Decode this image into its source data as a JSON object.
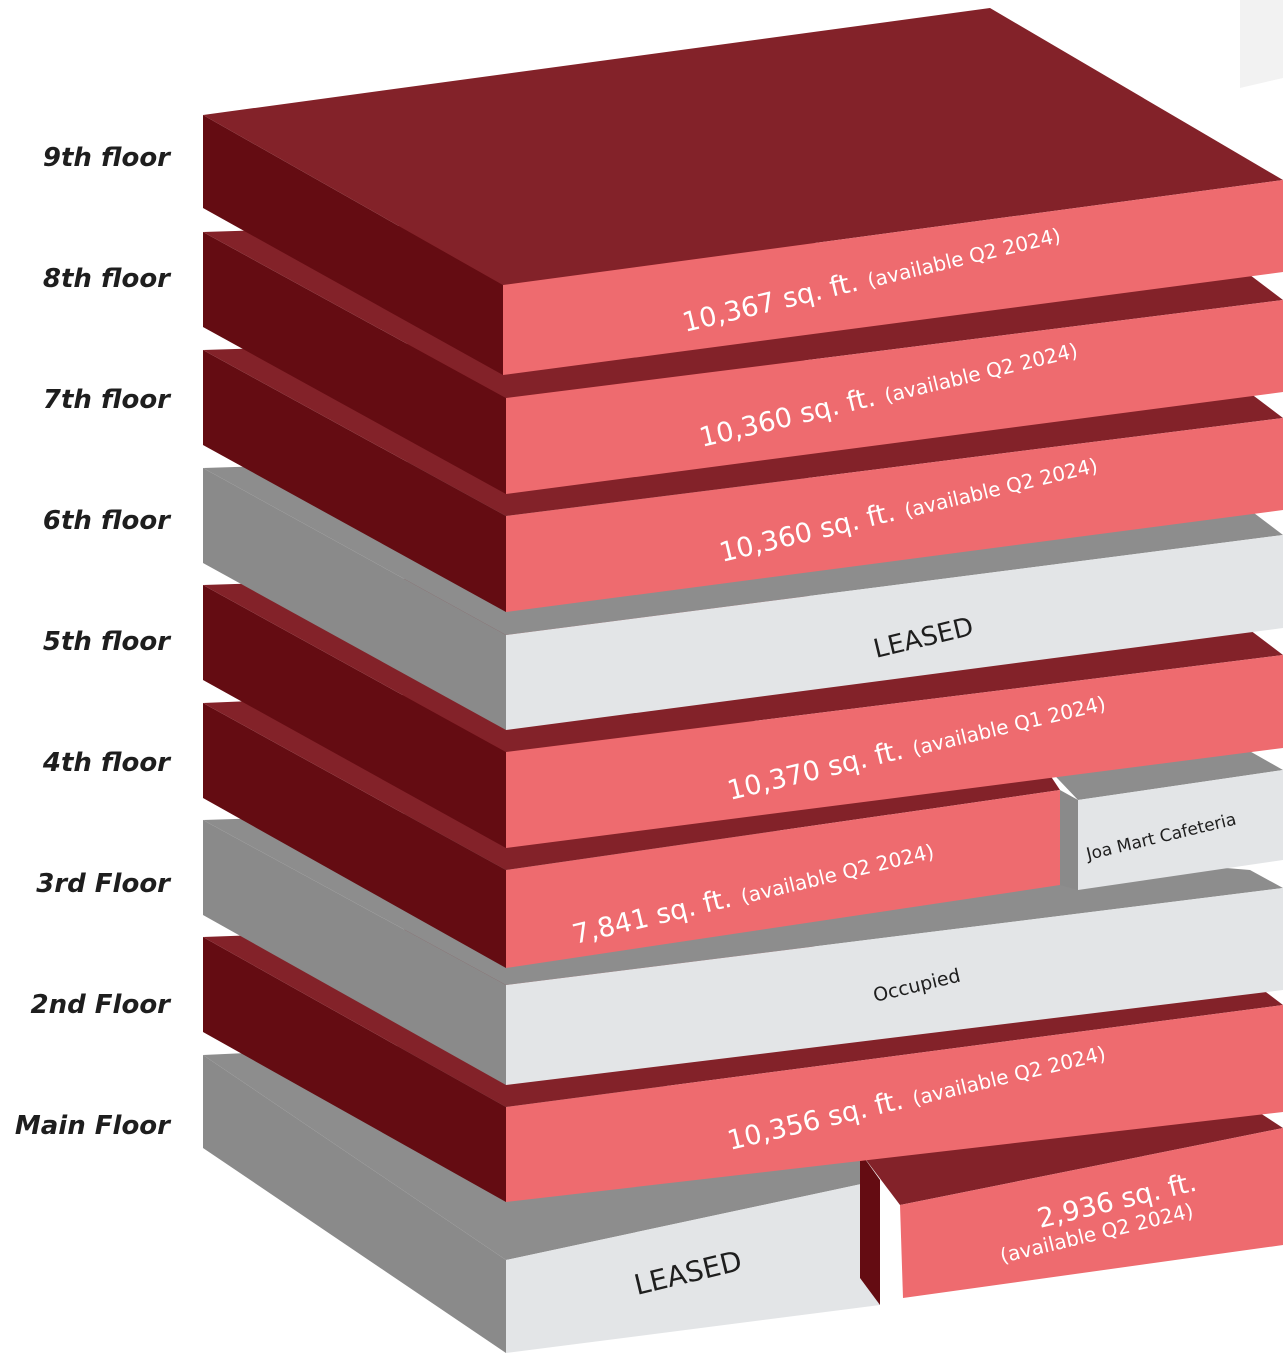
{
  "floor_labels": [
    "9th floor",
    "8th floor",
    "7th floor",
    "6th floor",
    "5th floor",
    "4th floor",
    "3rd Floor",
    "2nd Floor",
    "Main Floor"
  ],
  "colors": {
    "available_face": "#ee6b6f",
    "available_top": "#832229",
    "available_side": "#640c12",
    "leased_face": "#e3e5e7",
    "leased_top": "#8d8d8d",
    "leased_side": "#8a8a8a",
    "text_light": "#ffffff",
    "text_dark": "#1e1e1e"
  },
  "units": {
    "f9": {
      "area": "10,367 sq. ft.",
      "availability": "(available Q2 2024)"
    },
    "f8": {
      "area": "10,360 sq. ft.",
      "availability": "(available Q2 2024)"
    },
    "f7": {
      "area": "10,360 sq. ft.",
      "availability": "(available Q2 2024)"
    },
    "f6": {
      "status": "LEASED"
    },
    "f5": {
      "area": "10,370 sq. ft.",
      "availability": "(available Q1 2024)"
    },
    "f4_cafeteria": {
      "status": "Joa Mart Cafeteria"
    },
    "f4": {
      "area": "7,841 sq. ft.",
      "availability": "(available Q2 2024)"
    },
    "f3": {
      "status": "Occupied"
    },
    "f2": {
      "area": "10,356 sq. ft.",
      "availability": "(available Q2 2024)"
    },
    "main_right": {
      "area": "2,936 sq. ft.",
      "availability": "(available Q2 2024)"
    },
    "main_left": {
      "status": "LEASED"
    }
  }
}
